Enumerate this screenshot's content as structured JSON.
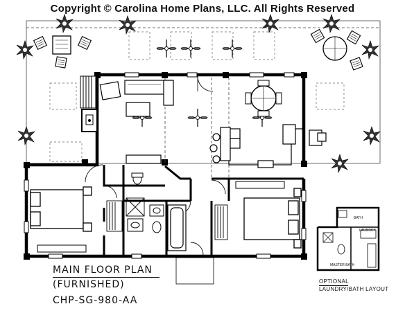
{
  "header": {
    "copyright": "Copyright © Carolina Home Plans, LLC. All Rights Reserved"
  },
  "titles": {
    "plan": "MAIN FLOOR PLAN",
    "variant": "(FURNISHED)",
    "code": "CHP-SG-980-AA"
  },
  "inset": {
    "label_line1": "OPTIONAL",
    "label_line2": "LAUNDRY/BATH LAYOUT",
    "room_bath": "BATH",
    "room_laundry": "LAUNDRY",
    "room_master_bath": "MASTER BATH"
  },
  "icons": [
    "plant-icon",
    "ceiling-fan-icon",
    "table-chairs-icon",
    "bed-icon",
    "toilet-icon",
    "tub-icon",
    "sink-icon",
    "fireplace-icon",
    "door-swing-icon"
  ]
}
